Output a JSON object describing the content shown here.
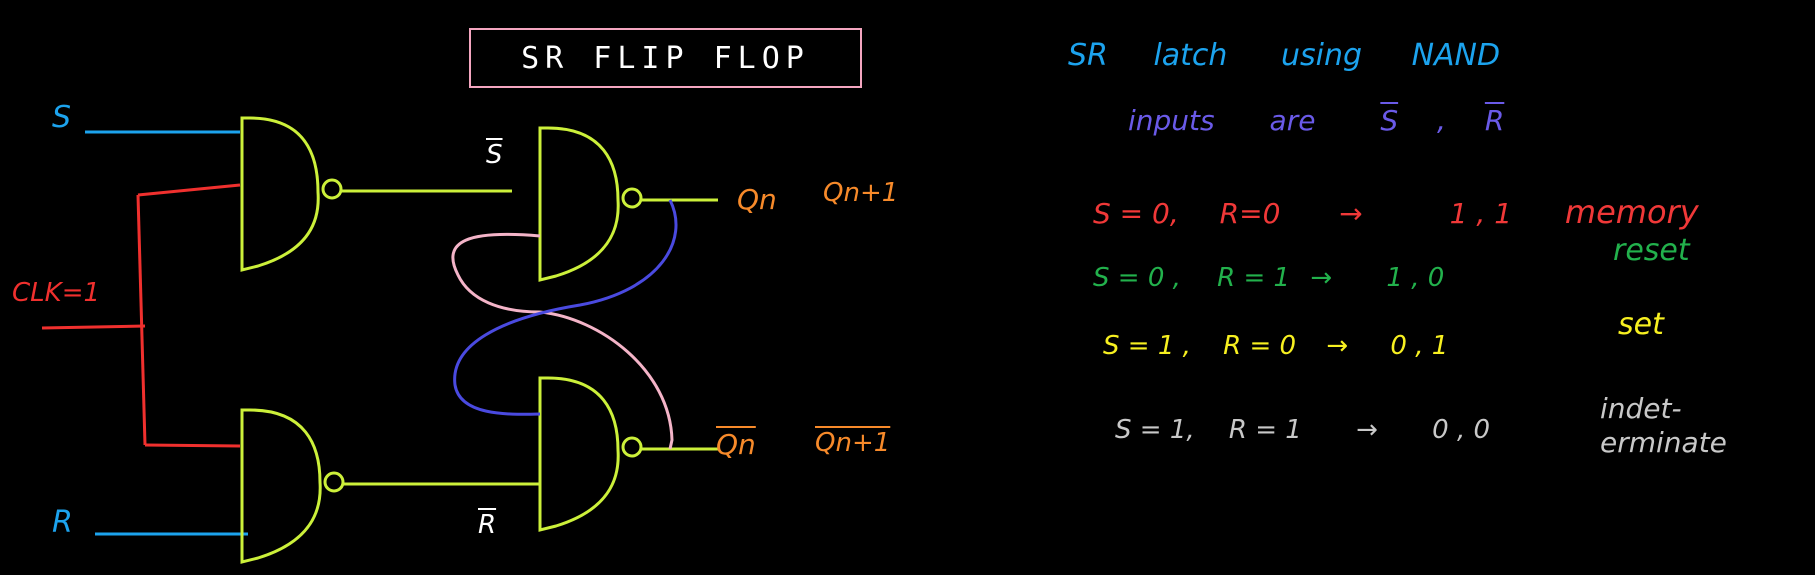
{
  "title": "SR FLIP FLOP",
  "inputs": {
    "s": "S",
    "r": "R",
    "clk": "CLK=1",
    "s_bar": "S",
    "r_bar": "R"
  },
  "outputs": {
    "qn": "Qn",
    "qn1": "Qn+1",
    "qn_bar": "Qn",
    "qn1_bar": "Qn+1"
  },
  "notes": {
    "heading": [
      "SR",
      "latch",
      "using",
      "NAND"
    ],
    "inputs_line": [
      "inputs",
      "are",
      "S",
      ",",
      "R"
    ],
    "rows": [
      {
        "cond": [
          "S = 0,",
          "R=0"
        ],
        "arrow": "→",
        "out": "1 , 1",
        "desc": "memory"
      },
      {
        "cond": [
          "S = 0 ,",
          "R = 1"
        ],
        "arrow": "→",
        "out": "1 , 0",
        "desc": "reset"
      },
      {
        "cond": [
          "S = 1 ,",
          "R = 0"
        ],
        "arrow": "→",
        "out": "0 , 1",
        "desc": "set"
      },
      {
        "cond": [
          "S = 1,",
          "R = 1"
        ],
        "arrow": "→",
        "out": "0 , 0",
        "desc": [
          "indet-",
          "erminate"
        ]
      }
    ]
  },
  "colors": {
    "gate": "#ccf03a",
    "input_wire": "#1ca3ee",
    "clock": "#f0302e",
    "cross_pink": "#f4b4c8",
    "cross_blue": "#4a4ae0",
    "output": "#f78a2a",
    "box": "#f4a6c0",
    "heading": "#1ca3ee",
    "inputs_line": "#6a5ae8",
    "row0": "#f03838",
    "row1": "#22b14c",
    "row2": "#f7f020",
    "row3": "#c8c8c8"
  }
}
